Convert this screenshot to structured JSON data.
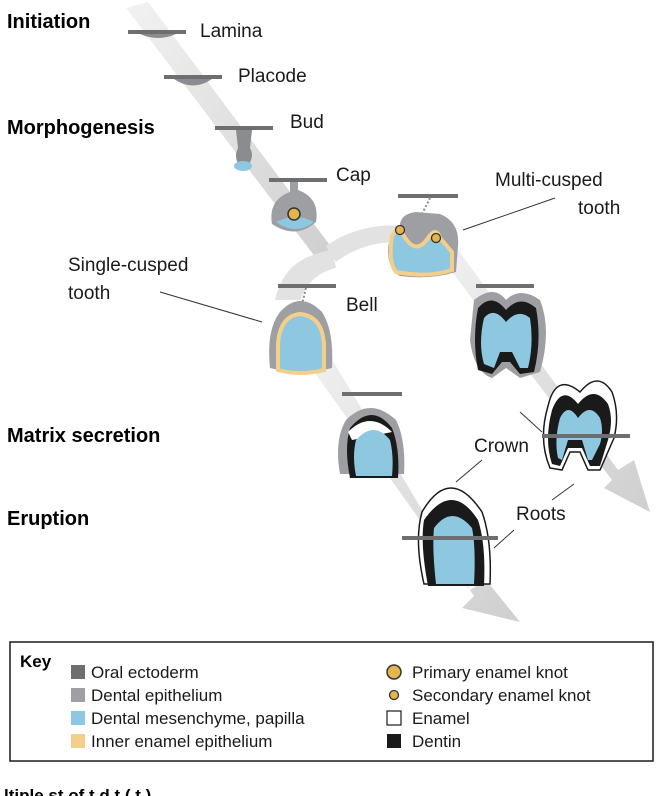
{
  "stages": {
    "initiation": "Initiation",
    "morphogenesis": "Morphogenesis",
    "matrix_secretion": "Matrix secretion",
    "eruption": "Eruption"
  },
  "labels": {
    "lamina": "Lamina",
    "placode": "Placode",
    "bud": "Bud",
    "cap": "Cap",
    "bell": "Bell",
    "multi_cusped_line1": "Multi-cusped",
    "multi_cusped_line2": "tooth",
    "single_cusped_line1": "Single-cusped",
    "single_cusped_line2": "tooth",
    "crown": "Crown",
    "roots": "Roots"
  },
  "key": {
    "title": "Key",
    "items": {
      "oral_ectoderm": "Oral ectoderm",
      "dental_epithelium": "Dental epithelium",
      "dental_mesenchyme": "Dental mesenchyme, papilla",
      "inner_enamel_epithelium": "Inner enamel epithelium",
      "primary_enamel_knot": "Primary enamel knot",
      "secondary_enamel_knot": "Secondary enamel knot",
      "enamel": "Enamel",
      "dentin": "Dentin"
    }
  },
  "caption": "ltiple st   of   t   d   t   (   t )",
  "colors": {
    "oral_ectoderm": "#6d6e70",
    "dental_epithelium": "#9d9fa2",
    "dental_mesenchyme": "#8ec7e0",
    "inner_enamel_epithelium": "#f3cf8a",
    "enamel_knot": "#e3b54e",
    "enamel": "#ffffff",
    "dentin": "#1a1a1a",
    "arrow": "#dcdcdc"
  }
}
